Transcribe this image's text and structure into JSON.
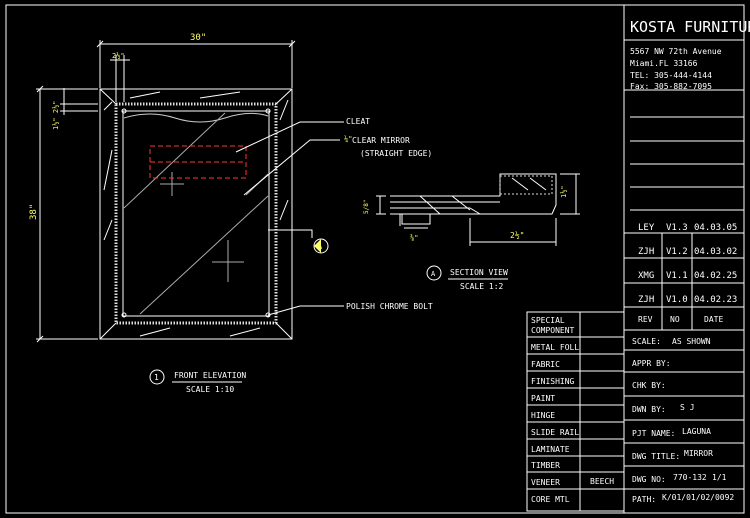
{
  "title_block": {
    "company": "KOSTA FURNITURE",
    "address": [
      "5567 NW 72th Avenue",
      "Miami.FL    33166",
      "TEL:  305-444-4144",
      "Fax:  305-882-7095"
    ],
    "revisions": [
      {
        "initials": "LEY",
        "ver": "V1.3",
        "date": "04.03.05"
      },
      {
        "initials": "ZJH",
        "ver": "V1.2",
        "date": "04.03.02"
      },
      {
        "initials": "XMG",
        "ver": "V1.1",
        "date": "04.02.25"
      },
      {
        "initials": "ZJH",
        "ver": "V1.0",
        "date": "04.02.23"
      }
    ],
    "rev_header": {
      "rev": "REV",
      "no": "NO",
      "date": "DATE"
    },
    "scale_label": "SCALE:",
    "scale_value": "AS SHOWN",
    "appr_label": "APPR BY:",
    "chk_label": "CHK BY:",
    "dwn_label": "DWN BY:",
    "dwn_value": "S J",
    "pjt_label": "PJT NAME:",
    "pjt_value": "LAGUNA",
    "title_label": "DWG TITLE:",
    "title_value": "MIRROR",
    "no_label": "DWG NO:",
    "no_value": "770-132",
    "sheet": "1/1",
    "path_label": "PATH:",
    "path_value": "K/01/01/02/0092"
  },
  "materials": [
    {
      "label": "SPECIAL COMPONENT",
      "value": ""
    },
    {
      "label": "METAL FOLL",
      "value": ""
    },
    {
      "label": "FABRIC",
      "value": ""
    },
    {
      "label": "FINISHING",
      "value": ""
    },
    {
      "label": "PAINT",
      "value": ""
    },
    {
      "label": "HINGE",
      "value": ""
    },
    {
      "label": "SLIDE RAIL",
      "value": ""
    },
    {
      "label": "LAMINATE",
      "value": ""
    },
    {
      "label": "TIMBER",
      "value": ""
    },
    {
      "label": "VENEER",
      "value": "BEECH"
    },
    {
      "label": "CORE MTL",
      "value": ""
    }
  ],
  "drawing": {
    "dim_width": "30\"",
    "dim_height": "38\"",
    "dim_top": "2½\"",
    "dim_side": "1½\" 2½\"",
    "label_cleat": "CLEAT",
    "label_mirror_frac": "¼\"",
    "label_mirror_1": "CLEAR MIRROR",
    "label_mirror_2": "(STRAIGHT EDGE)",
    "label_bolt": "POLISH CHROME BOLT",
    "section_tag": "A",
    "view1_num": "1",
    "view1_title": "FRONT ELEVATION",
    "view1_scale": "SCALE 1:10",
    "view2_num": "A",
    "view2_title": "SECTION VIEW",
    "view2_scale": "SCALE 1:2",
    "sec_dim_a": "1½\"",
    "sec_dim_b": "2½\"",
    "sec_dim_c": "⅜\"",
    "sec_dim_d": "5/8\""
  }
}
